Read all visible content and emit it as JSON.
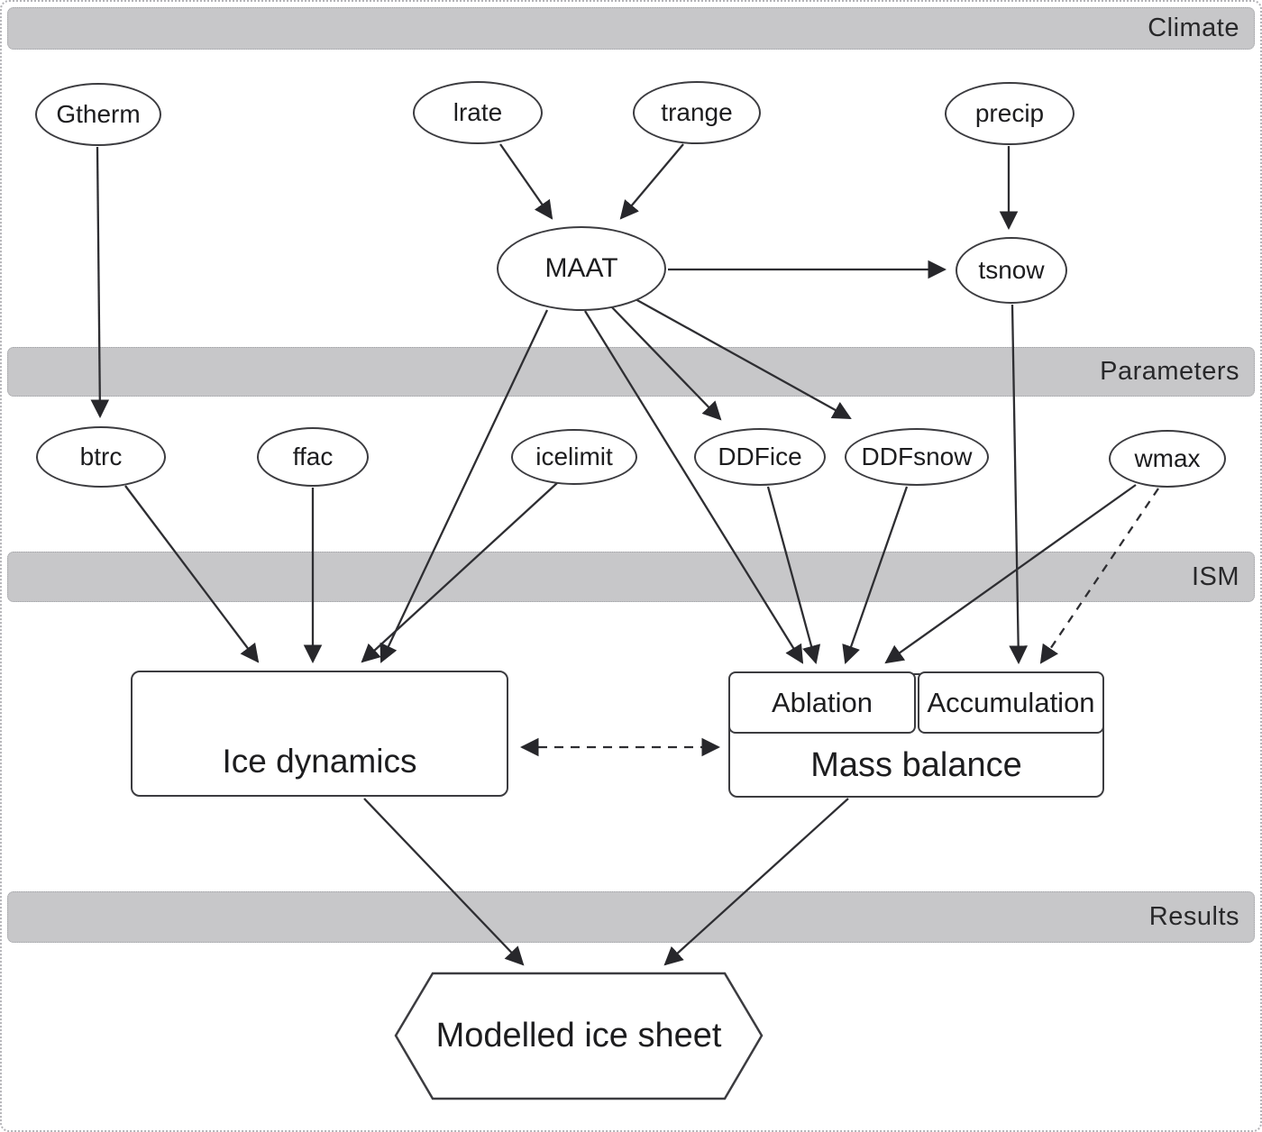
{
  "figure": {
    "name": "Ice sheet model flow diagram"
  },
  "bands": [
    {
      "id": "climate",
      "label": "Climate"
    },
    {
      "id": "parameters",
      "label": "Parameters"
    },
    {
      "id": "ism",
      "label": "ISM"
    },
    {
      "id": "results",
      "label": "Results"
    }
  ],
  "nodes": {
    "gtherm": {
      "label": "Gtherm",
      "shape": "ellipse",
      "band": "climate"
    },
    "lrate": {
      "label": "lrate",
      "shape": "ellipse",
      "band": "climate"
    },
    "trange": {
      "label": "trange",
      "shape": "ellipse",
      "band": "climate"
    },
    "precip": {
      "label": "precip",
      "shape": "ellipse",
      "band": "climate"
    },
    "maat": {
      "label": "MAAT",
      "shape": "ellipse",
      "band": "climate"
    },
    "tsnow": {
      "label": "tsnow",
      "shape": "ellipse",
      "band": "climate"
    },
    "btrc": {
      "label": "btrc",
      "shape": "ellipse",
      "band": "parameters"
    },
    "ffac": {
      "label": "ffac",
      "shape": "ellipse",
      "band": "parameters"
    },
    "icelimit": {
      "label": "icelimit",
      "shape": "ellipse",
      "band": "parameters"
    },
    "ddfice": {
      "label": "DDFice",
      "shape": "ellipse",
      "band": "parameters"
    },
    "ddfsnow": {
      "label": "DDFsnow",
      "shape": "ellipse",
      "band": "parameters"
    },
    "wmax": {
      "label": "wmax",
      "shape": "ellipse",
      "band": "parameters"
    },
    "ice_dynamics": {
      "label": "Ice dynamics",
      "shape": "rounded-rect",
      "band": "ism"
    },
    "ablation": {
      "label": "Ablation",
      "shape": "rounded-rect",
      "band": "ism"
    },
    "accumulation": {
      "label": "Accumulation",
      "shape": "rounded-rect",
      "band": "ism"
    },
    "mass_balance": {
      "label": "Mass balance",
      "shape": "rounded-rect",
      "band": "ism"
    },
    "modelled_ice_sheet": {
      "label": "Modelled ice sheet",
      "shape": "hexagon",
      "band": "results"
    }
  },
  "edges": [
    {
      "from": "lrate",
      "to": "MAAT",
      "style": "solid"
    },
    {
      "from": "trange",
      "to": "MAAT",
      "style": "solid"
    },
    {
      "from": "precip",
      "to": "tsnow",
      "style": "solid"
    },
    {
      "from": "MAAT",
      "to": "tsnow",
      "style": "solid"
    },
    {
      "from": "Gtherm",
      "to": "btrc",
      "style": "solid"
    },
    {
      "from": "MAAT",
      "to": "DDFice",
      "style": "solid"
    },
    {
      "from": "MAAT",
      "to": "DDFsnow",
      "style": "solid"
    },
    {
      "from": "MAAT",
      "to": "Ablation",
      "style": "solid"
    },
    {
      "from": "DDFice",
      "to": "Ablation",
      "style": "solid"
    },
    {
      "from": "DDFsnow",
      "to": "Ablation",
      "style": "solid"
    },
    {
      "from": "wmax",
      "to": "Ablation",
      "style": "solid"
    },
    {
      "from": "tsnow",
      "to": "Accumulation",
      "style": "solid"
    },
    {
      "from": "wmax",
      "to": "Accumulation",
      "style": "dashed"
    },
    {
      "from": "btrc",
      "to": "Ice dynamics",
      "style": "solid"
    },
    {
      "from": "ffac",
      "to": "Ice dynamics",
      "style": "solid"
    },
    {
      "from": "icelimit",
      "to": "Ice dynamics",
      "style": "solid"
    },
    {
      "from": "MAAT",
      "to": "Ice dynamics",
      "style": "solid"
    },
    {
      "from": "Ice dynamics",
      "to": "Mass balance",
      "style": "dashed-bidirectional"
    },
    {
      "from": "Ice dynamics",
      "to": "Modelled ice sheet",
      "style": "solid"
    },
    {
      "from": "Mass balance",
      "to": "Modelled ice sheet",
      "style": "solid"
    }
  ],
  "colors": {
    "band_fill": "#c7c7c9",
    "node_stroke": "#3c3c40",
    "edge_stroke": "#2e2e32",
    "text": "#1d1d1f",
    "background": "#ffffff"
  }
}
